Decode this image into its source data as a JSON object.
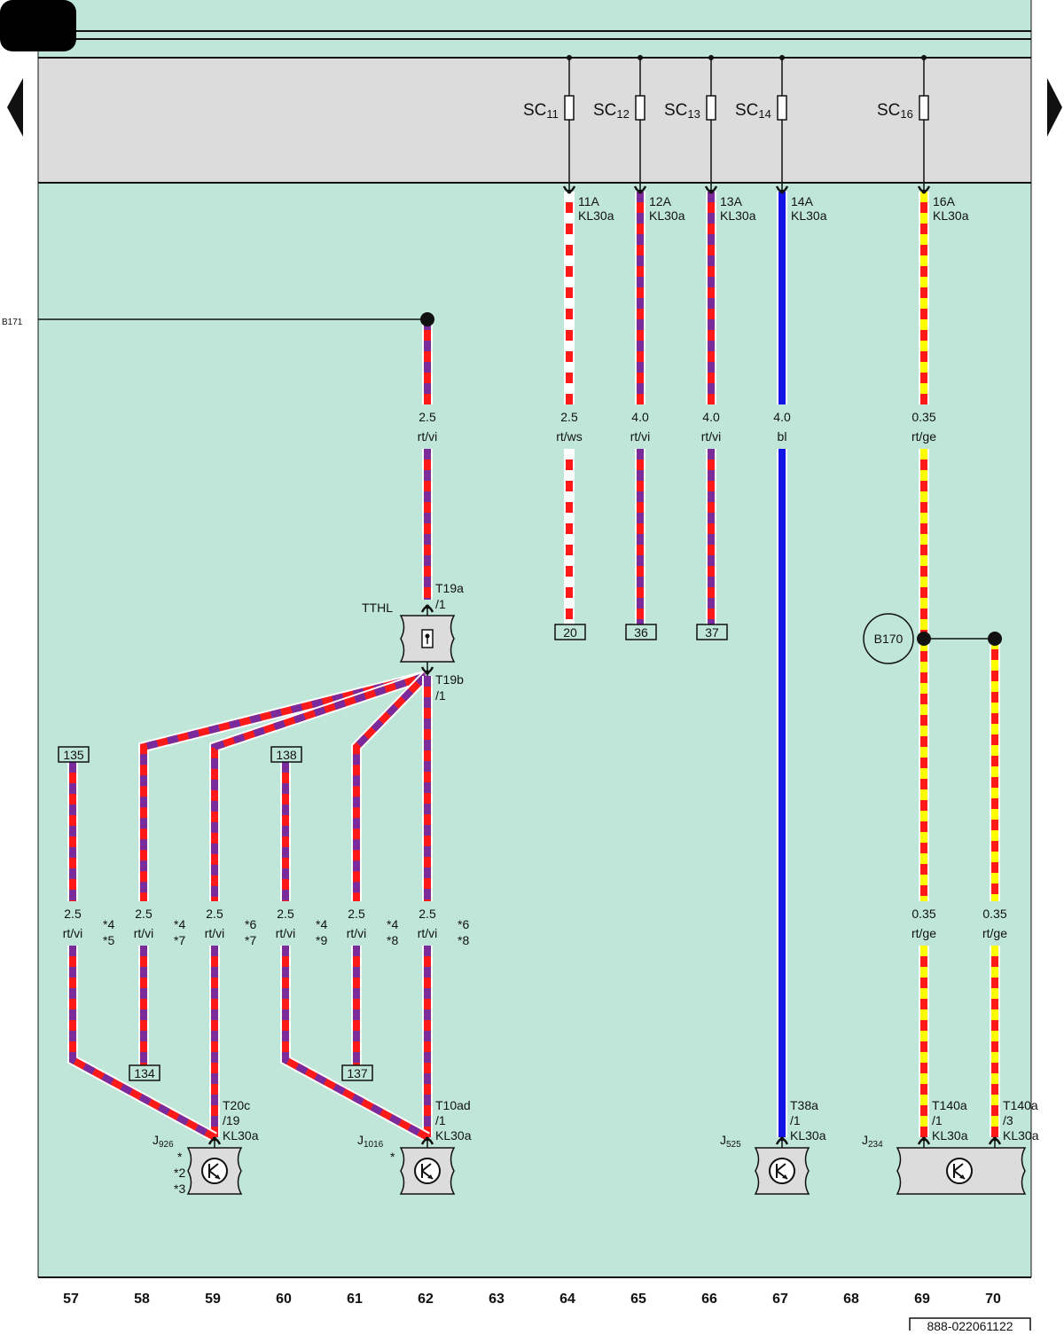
{
  "colors": {
    "rt": "#ff1a1a",
    "vi": "#7b2a9c",
    "ws": "#ffffff",
    "ge": "#ffff00",
    "bl": "#1414e6",
    "background": "#bfe6d9",
    "fuse_panel": "#dcdcdc"
  },
  "fuses": [
    {
      "name": "SC",
      "sub": "11",
      "pin": "11A",
      "term": "KL30a"
    },
    {
      "name": "SC",
      "sub": "12",
      "pin": "12A",
      "term": "KL30a"
    },
    {
      "name": "SC",
      "sub": "13",
      "pin": "13A",
      "term": "KL30a"
    },
    {
      "name": "SC",
      "sub": "14",
      "pin": "14A",
      "term": "KL30a"
    },
    {
      "name": "SC",
      "sub": "16",
      "pin": "16A",
      "term": "KL30a"
    }
  ],
  "wire_labels": [
    {
      "size": "2.5",
      "color": "rt/vi"
    },
    {
      "size": "2.5",
      "color": "rt/ws"
    },
    {
      "size": "4.0",
      "color": "rt/vi"
    },
    {
      "size": "4.0",
      "color": "rt/vi"
    },
    {
      "size": "4.0",
      "color": "bl"
    },
    {
      "size": "0.35",
      "color": "rt/ge"
    },
    {
      "size": "2.5",
      "color": "rt/vi"
    },
    {
      "size": "2.5",
      "color": "rt/vi"
    },
    {
      "size": "2.5",
      "color": "rt/vi"
    },
    {
      "size": "2.5",
      "color": "rt/vi"
    },
    {
      "size": "2.5",
      "color": "rt/vi"
    },
    {
      "size": "2.5",
      "color": "rt/vi"
    },
    {
      "size": "0.35",
      "color": "rt/ge"
    },
    {
      "size": "0.35",
      "color": "rt/ge"
    }
  ],
  "footnotes": [
    {
      "a": "*4",
      "b": "*5"
    },
    {
      "a": "*4",
      "b": "*7"
    },
    {
      "a": "*6",
      "b": "*7"
    },
    {
      "a": "*4",
      "b": "*9"
    },
    {
      "a": "*4",
      "b": "*8"
    },
    {
      "a": "*6",
      "b": "*8"
    }
  ],
  "refs": [
    "20",
    "36",
    "37",
    "135",
    "138",
    "134",
    "137"
  ],
  "connectors": [
    {
      "l1": "T19a",
      "l2": "/1",
      "l3": ""
    },
    {
      "l1": "T19b",
      "l2": "/1",
      "l3": ""
    },
    {
      "l1": "T20c",
      "l2": "/19",
      "l3": "KL30a"
    },
    {
      "l1": "T10ad",
      "l2": "/1",
      "l3": "KL30a"
    },
    {
      "l1": "T38a",
      "l2": "/1",
      "l3": "KL30a"
    },
    {
      "l1": "T140a",
      "l2": "/1",
      "l3": "KL30a"
    },
    {
      "l1": "T140a",
      "l2": "/3",
      "l3": "KL30a"
    }
  ],
  "components": {
    "tthl": "TTHL",
    "b171": "B171",
    "b170": "B170",
    "j926": {
      "name": "J",
      "sub": "926",
      "notes": [
        "*",
        "*2",
        "*3"
      ]
    },
    "j1016": {
      "name": "J",
      "sub": "1016",
      "notes": [
        "*"
      ]
    },
    "j525": {
      "name": "J",
      "sub": "525"
    },
    "j234": {
      "name": "J",
      "sub": "234"
    }
  },
  "columns": [
    "57",
    "58",
    "59",
    "60",
    "61",
    "62",
    "63",
    "64",
    "65",
    "66",
    "67",
    "68",
    "69",
    "70"
  ],
  "drawing_number": "888-022061122"
}
